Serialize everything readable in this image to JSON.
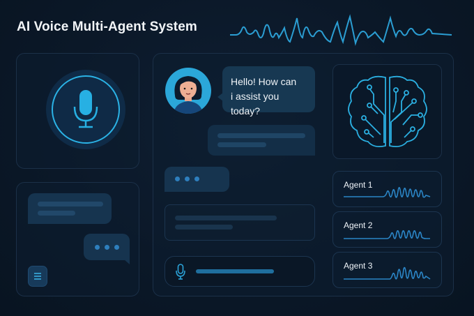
{
  "header": {
    "title": "AI Voice Multi-Agent System",
    "waveform_icon": "audio-waveform-icon"
  },
  "colors": {
    "background": "#0b1828",
    "accent": "#2bb3e6",
    "panel_border": "#1b3048",
    "bubble": "#173852",
    "placeholder_bar": "#21486a",
    "dot": "#2e7fbd"
  },
  "left_column": {
    "mic_panel": {
      "icon": "microphone-icon"
    },
    "mini_chat": {
      "typing_icon": "typing-dots-icon",
      "menu_icon": "menu-icon"
    }
  },
  "chat": {
    "avatar_icon": "woman-avatar",
    "greeting": {
      "line1": "Hello! How can",
      "line2": "i assist you today?"
    },
    "typing_icon": "typing-dots-icon",
    "voice_input_icon": "microphone-icon"
  },
  "right_column": {
    "brain_icon": "circuit-brain-icon",
    "agents": [
      {
        "label": "Agent 1",
        "icon": "agent-waveform-icon"
      },
      {
        "label": "Agent 2",
        "icon": "agent-waveform-icon"
      },
      {
        "label": "Agent 3",
        "icon": "agent-waveform-icon"
      }
    ]
  }
}
